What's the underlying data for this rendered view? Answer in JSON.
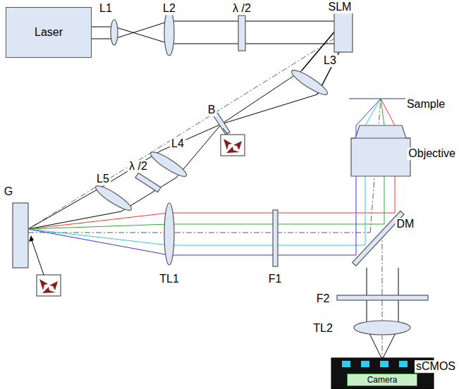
{
  "diagram": {
    "nodes": [
      {
        "text": [
          "Laser"
        ]
      },
      {
        "text": [
          "Camera"
        ]
      }
    ],
    "labels": [
      "L1",
      "L2",
      "λ /2",
      "SLM",
      "L3",
      "B",
      "L4",
      "λ /2",
      "L5",
      "G",
      "TL1",
      "F1",
      "DM",
      "Sample",
      "Objective",
      "F2",
      "TL2",
      "sCMOS"
    ]
  }
}
